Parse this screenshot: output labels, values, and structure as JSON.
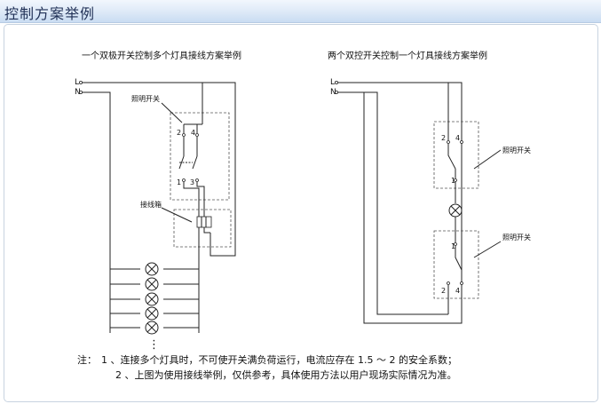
{
  "header": {
    "title": "控制方案举例"
  },
  "diagram_left": {
    "caption": "一个双极开关控制多个灯具接线方案举例",
    "line_l": "L",
    "line_n": "N",
    "switch_label": "照明开关",
    "box_label": "接线箱",
    "terminal_top_left": "2",
    "terminal_top_right": "4",
    "terminal_bottom_left": "1",
    "terminal_bottom_right": "3",
    "ellipsis": "⋮"
  },
  "diagram_right": {
    "caption": "两个双控开关控制一个灯具接线方案举例",
    "line_l": "L",
    "line_n": "N",
    "switch1_label": "照明开关",
    "switch2_label": "照明开关",
    "s1_top_left": "2",
    "s1_top_right": "4",
    "s1_bottom": "1",
    "s2_top": "1",
    "s2_bottom_left": "2",
    "s2_bottom_right": "4"
  },
  "notes": {
    "prefix": "注：",
    "line1": "1 、连接多个灯具时，不可使开关满负荷运行，电流应存在 1.5 ～ 2 的安全系数；",
    "line2": "2 、上图为使用接线举例，仅供参考，具体使用方法以用户现场实际情况为准。"
  }
}
